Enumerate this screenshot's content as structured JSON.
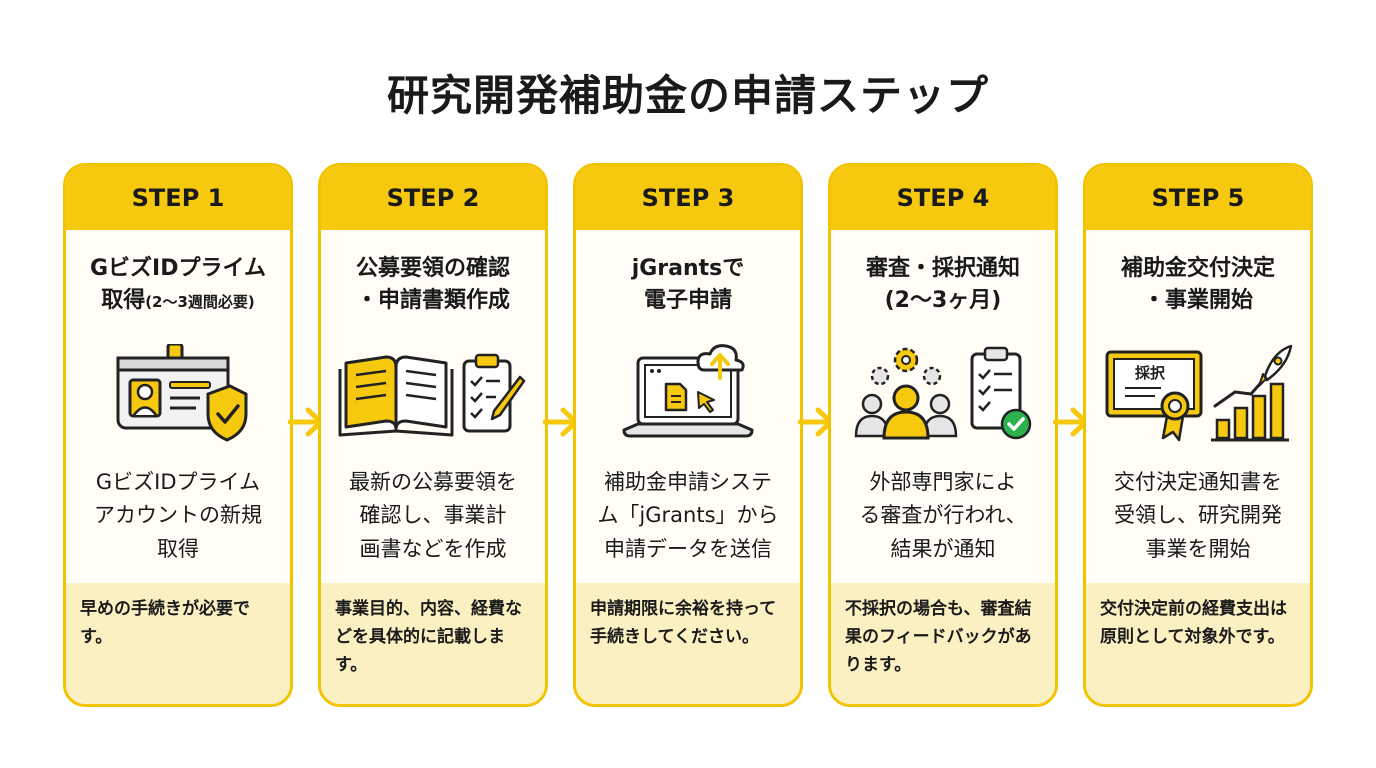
{
  "title": "研究開発補助金の申請ステップ",
  "accent_color": "#f6c90e",
  "steps": [
    {
      "label": "STEP 1",
      "title_line1": "GビズIDプライム",
      "title_line2": "取得",
      "title_sub": "(2～3週間必要)",
      "icon": "id-card-shield-icon",
      "desc_line1": "GビズIDプライム",
      "desc_line2": "アカウントの新規",
      "desc_line3": "取得",
      "note": "早めの手続きが必要です。"
    },
    {
      "label": "STEP 2",
      "title_line1": "公募要領の確認",
      "title_line2": "・申請書類作成",
      "icon": "book-checklist-icon",
      "desc_line1": "最新の公募要領を",
      "desc_line2": "確認し、事業計",
      "desc_line3": "画書などを作成",
      "note": "事業目的、内容、経費などを具体的に記載します。"
    },
    {
      "label": "STEP 3",
      "title_line1": "jGrantsで",
      "title_line2": "電子申請",
      "icon": "laptop-cloud-upload-icon",
      "desc_line1": "補助金申請システ",
      "desc_line2": "ム「jGrants」から",
      "desc_line3": "申請データを送信",
      "note": "申請期限に余裕を持って手続きしてください。"
    },
    {
      "label": "STEP 4",
      "title_line1": "審査・採択通知",
      "title_line2": "(2～3ヶ月)",
      "icon": "experts-checklist-icon",
      "desc_line1": "外部専門家によ",
      "desc_line2": "る審査が行われ、",
      "desc_line3": "結果が通知",
      "note": "不採択の場合も、審査結果のフィードバックがあります。"
    },
    {
      "label": "STEP 5",
      "title_line1": "補助金交付決定",
      "title_line2": "・事業開始",
      "icon": "certificate-rocket-chart-icon",
      "certificate_text": "採択",
      "desc_line1": "交付決定通知書を",
      "desc_line2": "受領し、研究開発",
      "desc_line3": "事業を開始",
      "note": "交付決定前の経費支出は原則として対象外です。"
    }
  ]
}
